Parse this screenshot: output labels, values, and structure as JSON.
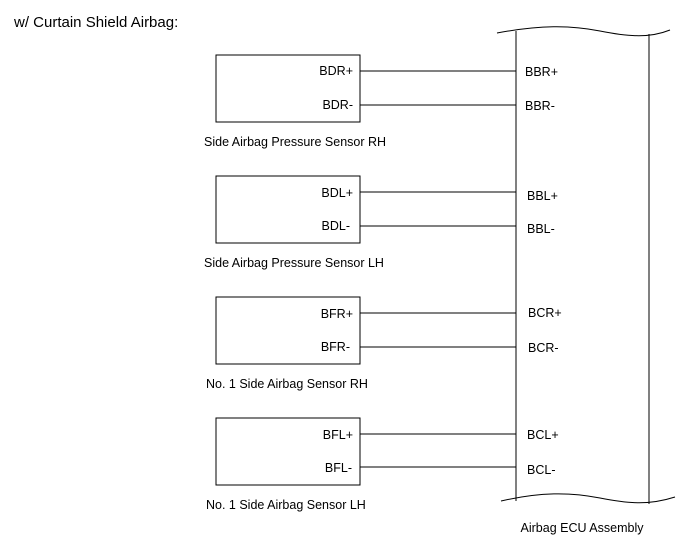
{
  "heading": "w/ Curtain Shield Airbag:",
  "ecu": {
    "label": "Airbag ECU Assembly"
  },
  "sensors": [
    {
      "name": "Side Airbag Pressure Sensor RH",
      "pins": [
        {
          "sensor_pin": "BDR+",
          "ecu_pin": "BBR+"
        },
        {
          "sensor_pin": "BDR-",
          "ecu_pin": "BBR-"
        }
      ]
    },
    {
      "name": "Side Airbag Pressure Sensor LH",
      "pins": [
        {
          "sensor_pin": "BDL+",
          "ecu_pin": "BBL+"
        },
        {
          "sensor_pin": "BDL-",
          "ecu_pin": "BBL-"
        }
      ]
    },
    {
      "name": "No. 1 Side Airbag Sensor RH",
      "pins": [
        {
          "sensor_pin": "BFR+",
          "ecu_pin": "BCR+"
        },
        {
          "sensor_pin": "BFR-",
          "ecu_pin": "BCR-"
        }
      ]
    },
    {
      "name": "No. 1 Side Airbag Sensor LH",
      "pins": [
        {
          "sensor_pin": "BFL+",
          "ecu_pin": "BCL+"
        },
        {
          "sensor_pin": "BFL-",
          "ecu_pin": "BCL-"
        }
      ]
    }
  ]
}
